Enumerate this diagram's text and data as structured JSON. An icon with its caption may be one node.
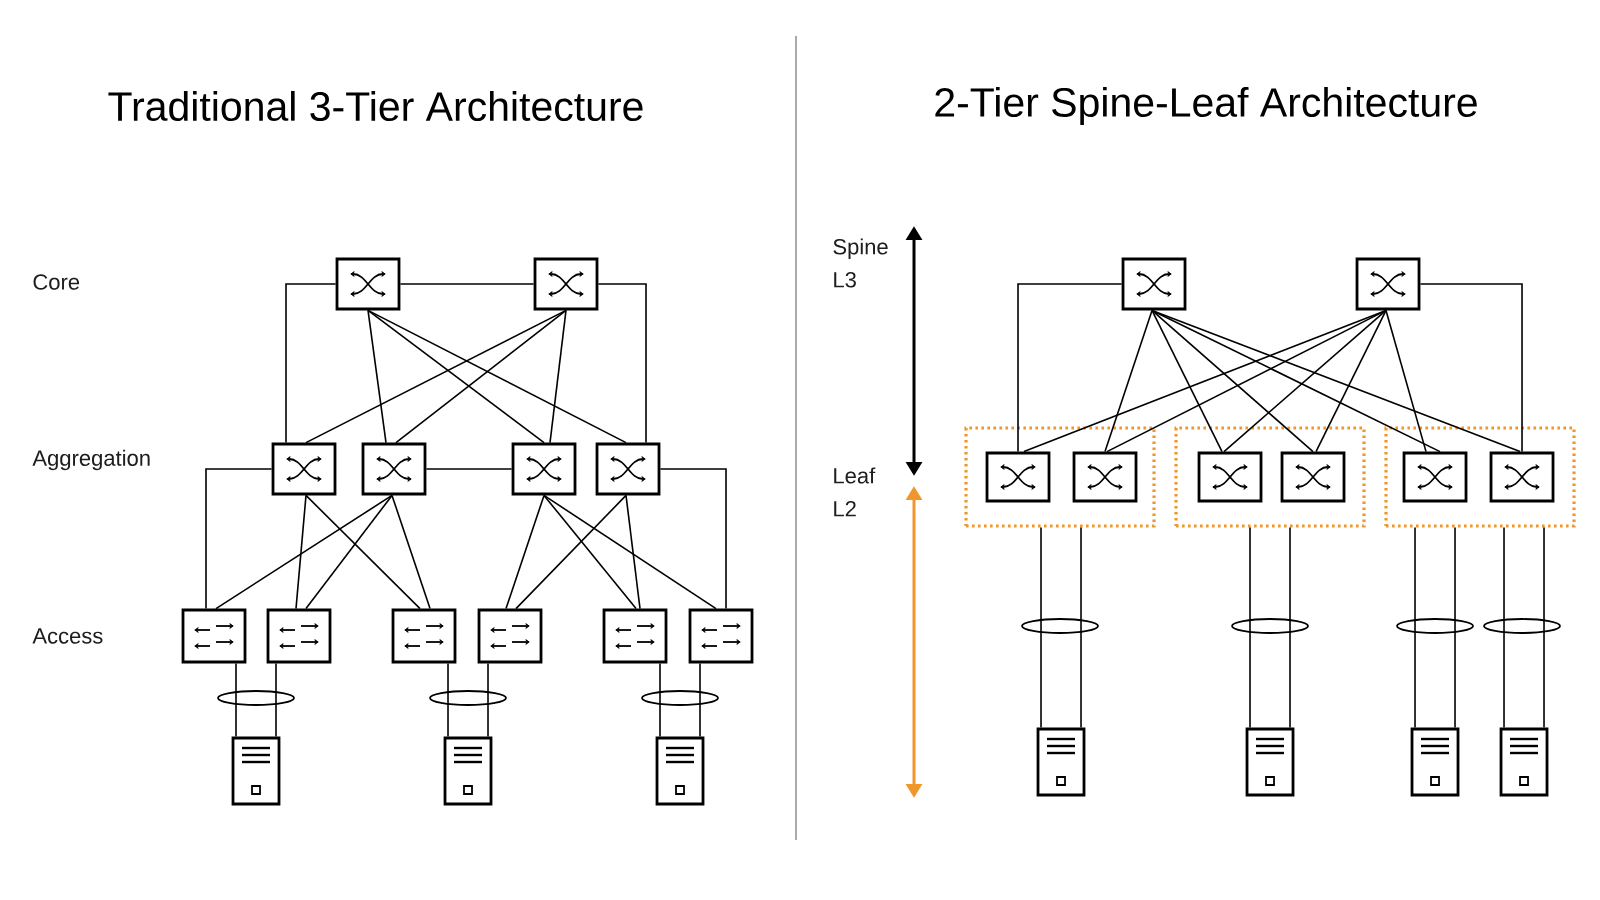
{
  "diagram": {
    "nodes": [
      {
        "text": [],
        "shape": "box"
      },
      {
        "text": [],
        "shape": "box"
      },
      {
        "text": [],
        "shape": "box"
      },
      {
        "text": [],
        "shape": "box"
      },
      {
        "text": [],
        "shape": "box"
      },
      {
        "text": [],
        "shape": "box"
      },
      {
        "text": [],
        "shape": "box"
      },
      {
        "text": [],
        "shape": "box"
      },
      {
        "text": [],
        "shape": "box"
      },
      {
        "text": [],
        "shape": "box"
      },
      {
        "text": [],
        "shape": "box"
      },
      {
        "text": [],
        "shape": "box"
      },
      {
        "text": [],
        "shape": "picture"
      },
      {
        "text": [],
        "shape": "picture"
      },
      {
        "text": [],
        "shape": "picture"
      },
      {
        "text": [],
        "shape": "box"
      },
      {
        "text": [],
        "shape": "box"
      },
      {
        "text": [],
        "shape": "box"
      },
      {
        "text": [],
        "shape": "box",
        "in": 17
      },
      {
        "text": [],
        "shape": "box",
        "in": 17
      },
      {
        "text": [],
        "shape": "box"
      },
      {
        "text": [],
        "shape": "box",
        "in": 20
      },
      {
        "text": [],
        "shape": "box",
        "in": 20
      },
      {
        "text": [],
        "shape": "box"
      },
      {
        "text": [],
        "shape": "box",
        "in": 23
      },
      {
        "text": [],
        "shape": "box",
        "in": 23
      },
      {
        "text": [],
        "shape": "picture"
      },
      {
        "text": [],
        "shape": "picture"
      },
      {
        "text": [],
        "shape": "picture"
      },
      {
        "text": [],
        "shape": "picture"
      }
    ],
    "edges": [
      {
        "from": 0,
        "to": 1,
        "arrow": "none"
      },
      {
        "from": 0,
        "to": 2,
        "arrow": "none"
      },
      {
        "from": 0,
        "to": 3,
        "arrow": "none"
      },
      {
        "from": 0,
        "to": 4,
        "arrow": "none"
      },
      {
        "from": 0,
        "to": 5,
        "arrow": "none"
      },
      {
        "from": 1,
        "to": 2,
        "arrow": "none"
      },
      {
        "from": 1,
        "to": 3,
        "arrow": "none"
      },
      {
        "from": 1,
        "to": 4,
        "arrow": "none"
      },
      {
        "from": 1,
        "to": 5,
        "arrow": "none"
      },
      {
        "from": 3,
        "to": 4,
        "arrow": "none"
      },
      {
        "from": 2,
        "to": 6,
        "arrow": "none"
      },
      {
        "from": 2,
        "to": 7,
        "arrow": "none"
      },
      {
        "from": 2,
        "to": 8,
        "arrow": "none"
      },
      {
        "from": 3,
        "to": 6,
        "arrow": "none"
      },
      {
        "from": 3,
        "to": 7,
        "arrow": "none"
      },
      {
        "from": 3,
        "to": 8,
        "arrow": "none"
      },
      {
        "from": 4,
        "to": 9,
        "arrow": "none"
      },
      {
        "from": 4,
        "to": 10,
        "arrow": "none"
      },
      {
        "from": 4,
        "to": 11,
        "arrow": "none"
      },
      {
        "from": 5,
        "to": 9,
        "arrow": "none"
      },
      {
        "from": 5,
        "to": 10,
        "arrow": "none"
      },
      {
        "from": 5,
        "to": 11,
        "arrow": "none"
      },
      {
        "from": 6,
        "to": 12,
        "arrow": "none"
      },
      {
        "from": 7,
        "to": 12,
        "arrow": "none"
      },
      {
        "from": 8,
        "to": 13,
        "arrow": "none"
      },
      {
        "from": 9,
        "to": 13,
        "arrow": "none"
      },
      {
        "from": 10,
        "to": 14,
        "arrow": "none"
      },
      {
        "from": 11,
        "to": 14,
        "arrow": "none"
      },
      {
        "from": 15,
        "to": 18,
        "arrow": "none"
      },
      {
        "from": 15,
        "to": 19,
        "arrow": "none"
      },
      {
        "from": 15,
        "to": 21,
        "arrow": "none"
      },
      {
        "from": 15,
        "to": 22,
        "arrow": "none"
      },
      {
        "from": 15,
        "to": 24,
        "arrow": "none"
      },
      {
        "from": 15,
        "to": 25,
        "arrow": "none"
      },
      {
        "from": 16,
        "to": 18,
        "arrow": "none"
      },
      {
        "from": 16,
        "to": 19,
        "arrow": "none"
      },
      {
        "from": 16,
        "to": 21,
        "arrow": "none"
      },
      {
        "from": 16,
        "to": 22,
        "arrow": "none"
      },
      {
        "from": 16,
        "to": 24,
        "arrow": "none"
      },
      {
        "from": 16,
        "to": 25,
        "arrow": "none"
      },
      {
        "from": 17,
        "to": 26,
        "arrow": "none"
      },
      {
        "from": 17,
        "to": 26,
        "arrow": "none"
      },
      {
        "from": 20,
        "to": 27,
        "arrow": "none"
      },
      {
        "from": 20,
        "to": 27,
        "arrow": "none"
      },
      {
        "from": 23,
        "to": 28,
        "arrow": "none"
      },
      {
        "from": 23,
        "to": 28,
        "arrow": "none"
      },
      {
        "from": 23,
        "to": 29,
        "arrow": "none"
      },
      {
        "from": 23,
        "to": 29,
        "arrow": "none"
      }
    ],
    "labels": [
      "Traditional 3-Tier Architecture",
      "2-Tier Spine-Leaf Architecture",
      "Core",
      "Aggregation",
      "Access",
      "Spine L3",
      "Leaf L2"
    ]
  }
}
